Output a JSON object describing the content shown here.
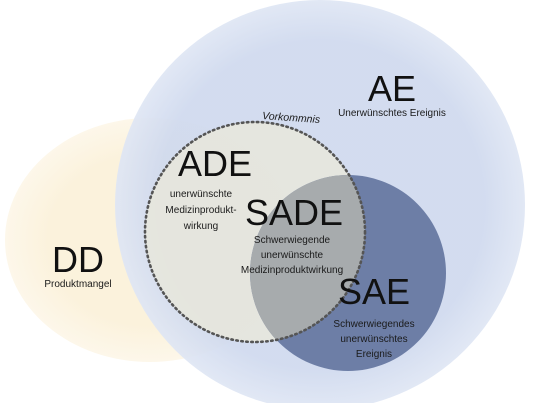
{
  "diagram": {
    "sets": {
      "dd": {
        "abbr": "DD",
        "lines": [
          "Produktmangel"
        ]
      },
      "ae": {
        "abbr": "AE",
        "lines": [
          "Unerwünschtes Ereignis"
        ]
      },
      "ade": {
        "abbr": "ADE",
        "lines": [
          "unerwünschte",
          "Medizinprodukt-",
          "wirkung"
        ]
      },
      "sade": {
        "abbr": "SADE",
        "lines": [
          "Schwerwiegende",
          "unerwünschte",
          "Medizinproduktwirkung"
        ]
      },
      "sae": {
        "abbr": "SAE",
        "lines": [
          "Schwerwiegendes",
          "unerwünschtes",
          "Ereignis"
        ]
      }
    },
    "boundary_label": "Vorkommnis",
    "colors": {
      "dd_fill": "#fbf2dc",
      "ae_fill": "#cdd8ee",
      "ade_fill": "#e7e7e0",
      "sae_fill": "#6e7fa6",
      "sade_fill": "#a6aaac",
      "dotted_border": "#555555"
    }
  }
}
